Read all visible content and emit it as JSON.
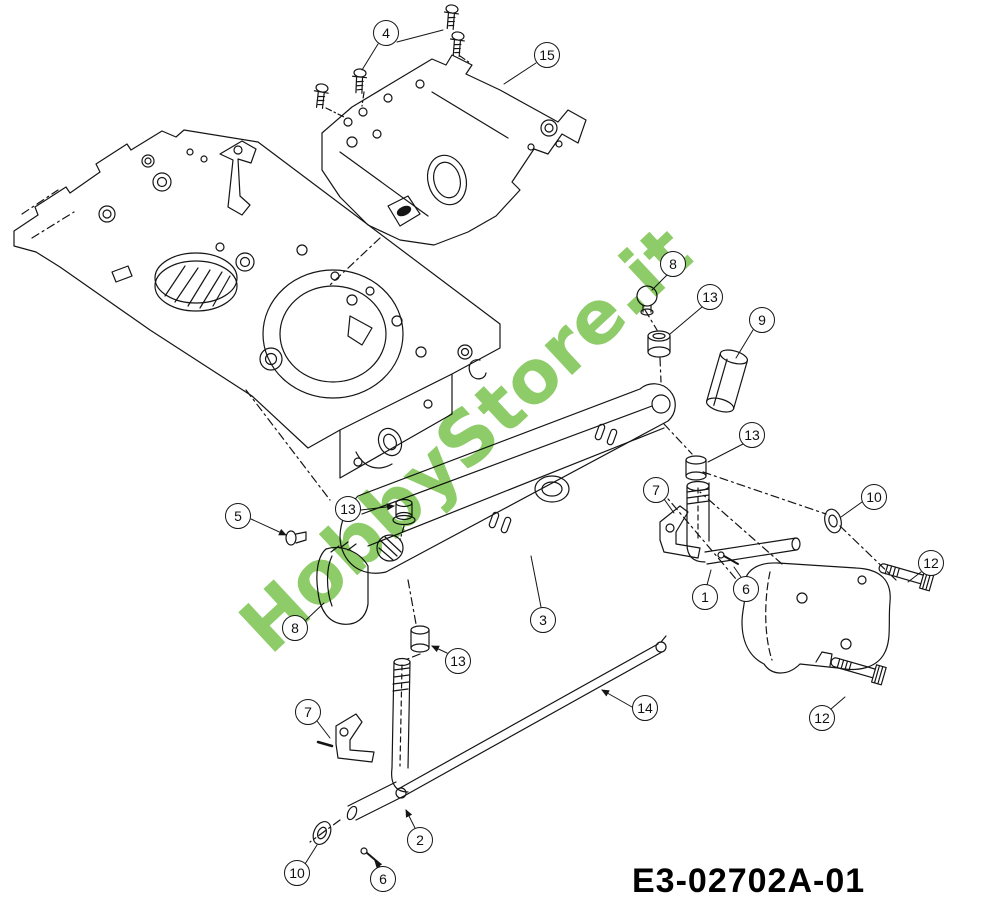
{
  "diagram": {
    "watermark": "HobbyStore.it",
    "part_code": "E3-02702A-01",
    "watermark_color": "#72bf44",
    "line_color": "#151515"
  },
  "callouts": [
    {
      "label": "4"
    },
    {
      "label": "15"
    },
    {
      "label": "8"
    },
    {
      "label": "13"
    },
    {
      "label": "9"
    },
    {
      "label": "13"
    },
    {
      "label": "7"
    },
    {
      "label": "10"
    },
    {
      "label": "5"
    },
    {
      "label": "13"
    },
    {
      "label": "12"
    },
    {
      "label": "1"
    },
    {
      "label": "6"
    },
    {
      "label": "3"
    },
    {
      "label": "8"
    },
    {
      "label": "13"
    },
    {
      "label": "14"
    },
    {
      "label": "7"
    },
    {
      "label": "12"
    },
    {
      "label": "2"
    },
    {
      "label": "10"
    },
    {
      "label": "6"
    }
  ]
}
